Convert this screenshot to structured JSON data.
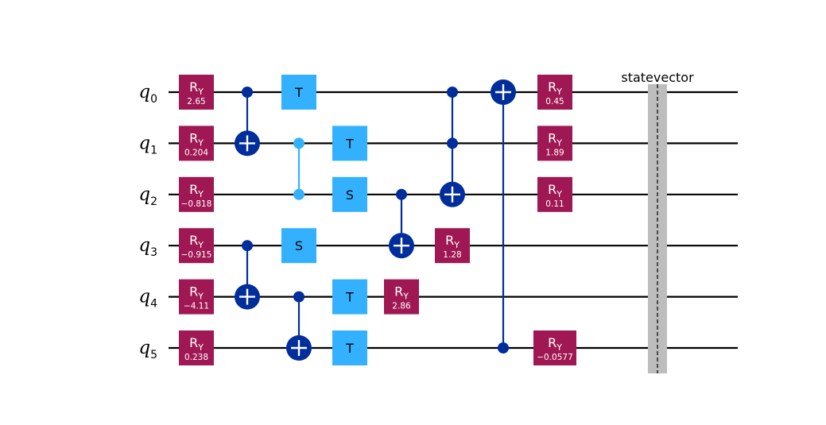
{
  "qubits": [
    {
      "name": "q",
      "index": "0"
    },
    {
      "name": "q",
      "index": "1"
    },
    {
      "name": "q",
      "index": "2"
    },
    {
      "name": "q",
      "index": "3"
    },
    {
      "name": "q",
      "index": "4"
    },
    {
      "name": "q",
      "index": "5"
    }
  ],
  "colors": {
    "ry_gate": "#9f1853",
    "clifford_gate": "#33b1ff",
    "cnot": "#002d9c",
    "cz": "#33b1ff",
    "barrier": "#bdbdbd",
    "wire": "#000000"
  },
  "gates": [
    {
      "type": "RY",
      "label": "R",
      "sub": "Y",
      "param": "2.65",
      "qubit": 0,
      "col": 0
    },
    {
      "type": "RY",
      "label": "R",
      "sub": "Y",
      "param": "0.204",
      "qubit": 1,
      "col": 0
    },
    {
      "type": "RY",
      "label": "R",
      "sub": "Y",
      "param": "−0.818",
      "qubit": 2,
      "col": 0
    },
    {
      "type": "RY",
      "label": "R",
      "sub": "Y",
      "param": "−0.915",
      "qubit": 3,
      "col": 0
    },
    {
      "type": "RY",
      "label": "R",
      "sub": "Y",
      "param": "−4.11",
      "qubit": 4,
      "col": 0
    },
    {
      "type": "RY",
      "label": "R",
      "sub": "Y",
      "param": "0.238",
      "qubit": 5,
      "col": 0
    },
    {
      "type": "CX",
      "controls": [
        0
      ],
      "target": 1,
      "col": 1
    },
    {
      "type": "CX",
      "controls": [
        3
      ],
      "target": 4,
      "col": 1
    },
    {
      "type": "T",
      "label": "T",
      "qubit": 0,
      "col": 2
    },
    {
      "type": "CZ",
      "qubits": [
        1,
        2
      ],
      "col": 2
    },
    {
      "type": "S",
      "label": "S",
      "qubit": 3,
      "col": 2
    },
    {
      "type": "CX",
      "controls": [
        4
      ],
      "target": 5,
      "col": 2
    },
    {
      "type": "T",
      "label": "T",
      "qubit": 1,
      "col": 3
    },
    {
      "type": "S",
      "label": "S",
      "qubit": 2,
      "col": 3
    },
    {
      "type": "T",
      "label": "T",
      "qubit": 4,
      "col": 3
    },
    {
      "type": "T",
      "label": "T",
      "qubit": 5,
      "col": 3
    },
    {
      "type": "CX",
      "controls": [
        2
      ],
      "target": 3,
      "col": 4
    },
    {
      "type": "RY",
      "label": "R",
      "sub": "Y",
      "param": "2.86",
      "qubit": 4,
      "col": 4
    },
    {
      "type": "CX",
      "controls": [
        0,
        1
      ],
      "target": 2,
      "col": 5
    },
    {
      "type": "RY",
      "label": "R",
      "sub": "Y",
      "param": "1.28",
      "qubit": 3,
      "col": 5
    },
    {
      "type": "CX",
      "controls": [
        5
      ],
      "target": 0,
      "col": 6
    },
    {
      "type": "RY",
      "label": "R",
      "sub": "Y",
      "param": "0.45",
      "qubit": 0,
      "col": 7
    },
    {
      "type": "RY",
      "label": "R",
      "sub": "Y",
      "param": "1.89",
      "qubit": 1,
      "col": 7
    },
    {
      "type": "RY",
      "label": "R",
      "sub": "Y",
      "param": "0.11",
      "qubit": 2,
      "col": 7
    },
    {
      "type": "RY",
      "label": "R",
      "sub": "Y",
      "param": "−0.0577",
      "qubit": 5,
      "col": 7,
      "wide": true
    }
  ],
  "barrier": {
    "label": "statevector",
    "col": 8
  }
}
